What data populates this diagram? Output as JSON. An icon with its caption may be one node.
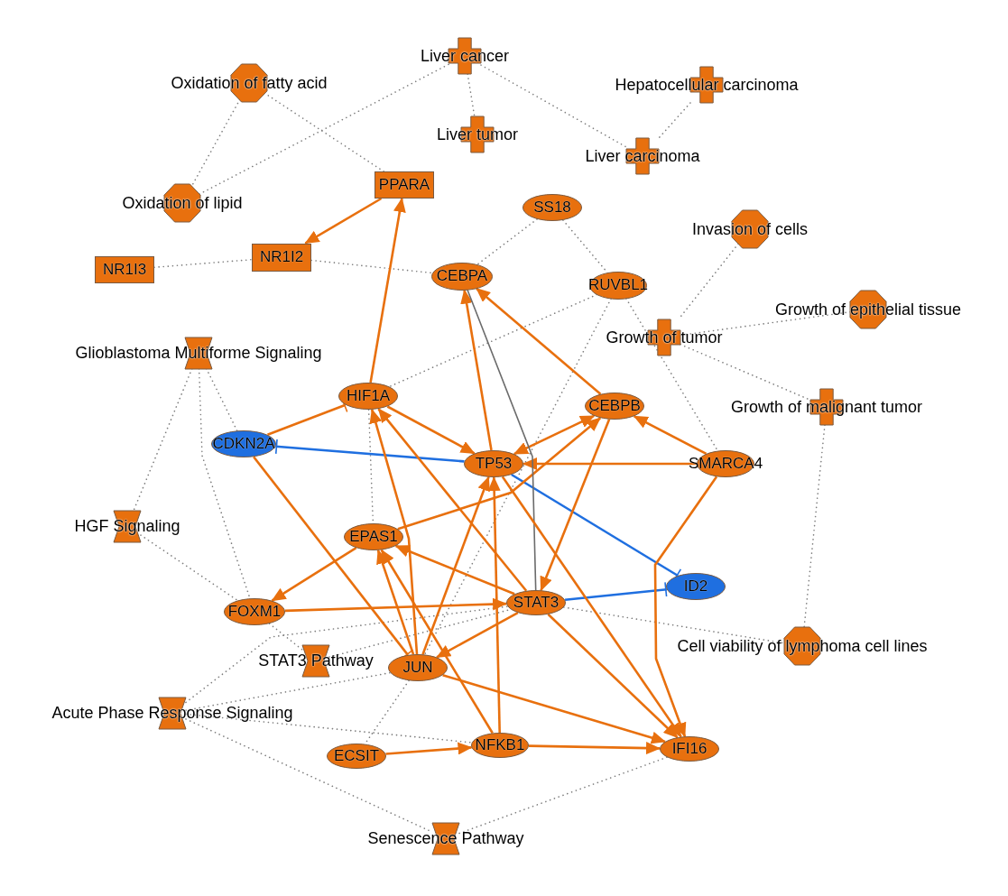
{
  "diagram": {
    "nodes": [
      {
        "text": [
          "Liver cancer"
        ]
      },
      {
        "text": [
          "Oxidation of fatty acid"
        ]
      },
      {
        "text": [
          "Hepatocellular carcinoma"
        ]
      },
      {
        "text": [
          "Liver tumor"
        ]
      },
      {
        "text": [
          "Liver carcinoma"
        ]
      },
      {
        "text": [
          "Oxidation of lipid"
        ]
      },
      {
        "text": [
          "PPARA"
        ]
      },
      {
        "text": [
          "SS18"
        ]
      },
      {
        "text": [
          "Invasion of cells"
        ]
      },
      {
        "text": [
          "NR1I3"
        ]
      },
      {
        "text": [
          "NR1I2"
        ]
      },
      {
        "text": [
          "CEBPA"
        ]
      },
      {
        "text": [
          "RUVBL1"
        ]
      },
      {
        "text": [
          "Growth of epithelial tissue"
        ]
      },
      {
        "text": [
          "Growth of tumor"
        ]
      },
      {
        "text": [
          "Glioblastoma Multiforme Signaling"
        ]
      },
      {
        "text": [
          "HIF1A"
        ]
      },
      {
        "text": [
          "CEBPB"
        ]
      },
      {
        "text": [
          "Growth of malignant tumor"
        ]
      },
      {
        "text": [
          "CDKN2A"
        ]
      },
      {
        "text": [
          "TP53"
        ]
      },
      {
        "text": [
          "SMARCA4"
        ]
      },
      {
        "text": [
          "HGF Signaling"
        ]
      },
      {
        "text": [
          "EPAS1"
        ]
      },
      {
        "text": [
          "ID2"
        ]
      },
      {
        "text": [
          "FOXM1"
        ]
      },
      {
        "text": [
          "STAT3"
        ]
      },
      {
        "text": [
          "Cell viability of lymphoma cell lines"
        ]
      },
      {
        "text": [
          "STAT3 Pathway"
        ]
      },
      {
        "text": [
          "JUN"
        ]
      },
      {
        "text": [
          "Acute Phase Response Signaling"
        ]
      },
      {
        "text": [
          "ECSIT"
        ]
      },
      {
        "text": [
          "NFKB1"
        ]
      },
      {
        "text": [
          "IFI16"
        ]
      },
      {
        "text": [
          "Senescence Pathway"
        ]
      }
    ],
    "edges": [
      {
        "from": 0,
        "to": 3,
        "arrow": "none",
        "style": "dashed"
      },
      {
        "from": 0,
        "to": 4,
        "arrow": "none",
        "style": "dashed"
      },
      {
        "from": 0,
        "to": 5,
        "arrow": "none",
        "style": "dashed"
      },
      {
        "from": 2,
        "to": 4,
        "arrow": "none",
        "style": "dashed"
      },
      {
        "from": 1,
        "to": 5,
        "arrow": "none",
        "style": "dashed"
      },
      {
        "from": 1,
        "to": 6,
        "arrow": "none",
        "style": "dashed"
      },
      {
        "from": 9,
        "to": 10,
        "arrow": "none",
        "style": "dashed"
      },
      {
        "from": 10,
        "to": 11,
        "arrow": "none",
        "style": "dashed"
      },
      {
        "from": 7,
        "to": 11,
        "arrow": "none",
        "style": "dashed"
      },
      {
        "from": 7,
        "to": 12,
        "arrow": "none",
        "style": "dashed"
      },
      {
        "from": 12,
        "to": 16,
        "arrow": "none",
        "style": "dashed"
      },
      {
        "from": 12,
        "to": 29,
        "arrow": "none",
        "style": "dashed"
      },
      {
        "from": 12,
        "to": 21,
        "arrow": "none",
        "style": "dashed"
      },
      {
        "from": 8,
        "to": 14,
        "arrow": "none",
        "style": "dashed"
      },
      {
        "from": 13,
        "to": 14,
        "arrow": "none",
        "style": "dashed"
      },
      {
        "from": 14,
        "to": 18,
        "arrow": "none",
        "style": "dashed"
      },
      {
        "from": 18,
        "to": 27,
        "arrow": "none",
        "style": "dashed"
      },
      {
        "from": 15,
        "to": 22,
        "arrow": "none",
        "style": "dashed"
      },
      {
        "from": 15,
        "to": 19,
        "arrow": "none",
        "style": "dashed"
      },
      {
        "from": 15,
        "to": 25,
        "arrow": "none",
        "style": "dashed"
      },
      {
        "from": 22,
        "to": 25,
        "arrow": "none",
        "style": "dashed"
      },
      {
        "from": 16,
        "to": 23,
        "arrow": "none",
        "style": "dashed"
      },
      {
        "from": 25,
        "to": 28,
        "arrow": "none",
        "style": "dashed"
      },
      {
        "from": 28,
        "to": 26,
        "arrow": "none",
        "style": "dashed"
      },
      {
        "from": 30,
        "to": 26,
        "arrow": "none",
        "style": "dashed"
      },
      {
        "from": 30,
        "to": 29,
        "arrow": "none",
        "style": "dashed"
      },
      {
        "from": 30,
        "to": 32,
        "arrow": "none",
        "style": "dashed"
      },
      {
        "from": 30,
        "to": 34,
        "arrow": "none",
        "style": "dashed"
      },
      {
        "from": 29,
        "to": 31,
        "arrow": "none",
        "style": "dashed"
      },
      {
        "from": 33,
        "to": 34,
        "arrow": "none",
        "style": "dashed"
      },
      {
        "from": 26,
        "to": 27,
        "arrow": "none",
        "style": "dashed"
      },
      {
        "from": 6,
        "to": 10,
        "arrow": "to",
        "color": "#e8700e"
      },
      {
        "from": 16,
        "to": 6,
        "arrow": "to",
        "color": "#e8700e"
      },
      {
        "from": 20,
        "to": 11,
        "arrow": "to",
        "color": "#e8700e"
      },
      {
        "from": 17,
        "to": 11,
        "arrow": "to",
        "color": "#e8700e"
      },
      {
        "from": 19,
        "to": 16,
        "arrow": "other",
        "color": "#e8700e"
      },
      {
        "from": 20,
        "to": 19,
        "arrow": "other",
        "color": "#1f6fe0"
      },
      {
        "from": 20,
        "to": 24,
        "arrow": "other",
        "color": "#1f6fe0"
      },
      {
        "from": 26,
        "to": 24,
        "arrow": "other",
        "color": "#1f6fe0"
      },
      {
        "from": 16,
        "to": 20,
        "arrow": "to",
        "color": "#e8700e"
      },
      {
        "from": 20,
        "to": 17,
        "arrow": "both",
        "color": "#e8700e"
      },
      {
        "from": 23,
        "to": 17,
        "arrow": "to",
        "color": "#e8700e"
      },
      {
        "from": 21,
        "to": 17,
        "arrow": "to",
        "color": "#e8700e"
      },
      {
        "from": 21,
        "to": 20,
        "arrow": "to",
        "color": "#e8700e"
      },
      {
        "from": 21,
        "to": 33,
        "arrow": "to",
        "color": "#e8700e"
      },
      {
        "from": 17,
        "to": 26,
        "arrow": "to",
        "color": "#e8700e"
      },
      {
        "from": 11,
        "to": 26,
        "arrow": "none",
        "color": "#6b6b6b"
      },
      {
        "from": 26,
        "to": 16,
        "arrow": "to",
        "color": "#e8700e"
      },
      {
        "from": 26,
        "to": 23,
        "arrow": "to",
        "color": "#e8700e"
      },
      {
        "from": 26,
        "to": 29,
        "arrow": "to",
        "color": "#e8700e"
      },
      {
        "from": 26,
        "to": 33,
        "arrow": "to",
        "color": "#e8700e"
      },
      {
        "from": 20,
        "to": 33,
        "arrow": "to",
        "color": "#e8700e"
      },
      {
        "from": 23,
        "to": 25,
        "arrow": "to",
        "color": "#e8700e"
      },
      {
        "from": 29,
        "to": 16,
        "arrow": "to",
        "color": "#e8700e"
      },
      {
        "from": 29,
        "to": 23,
        "arrow": "to",
        "color": "#e8700e"
      },
      {
        "from": 29,
        "to": 20,
        "arrow": "to",
        "color": "#e8700e"
      },
      {
        "from": 32,
        "to": 20,
        "arrow": "to",
        "color": "#e8700e"
      },
      {
        "from": 32,
        "to": 23,
        "arrow": "to",
        "color": "#e8700e"
      },
      {
        "from": 29,
        "to": 33,
        "arrow": "to",
        "color": "#e8700e"
      },
      {
        "from": 19,
        "to": 29,
        "arrow": "other",
        "color": "#e8700e"
      },
      {
        "from": 25,
        "to": 26,
        "arrow": "to",
        "color": "#e8700e"
      },
      {
        "from": 31,
        "to": 32,
        "arrow": "to",
        "color": "#e8700e"
      },
      {
        "from": 32,
        "to": 33,
        "arrow": "to",
        "color": "#e8700e"
      }
    ]
  }
}
